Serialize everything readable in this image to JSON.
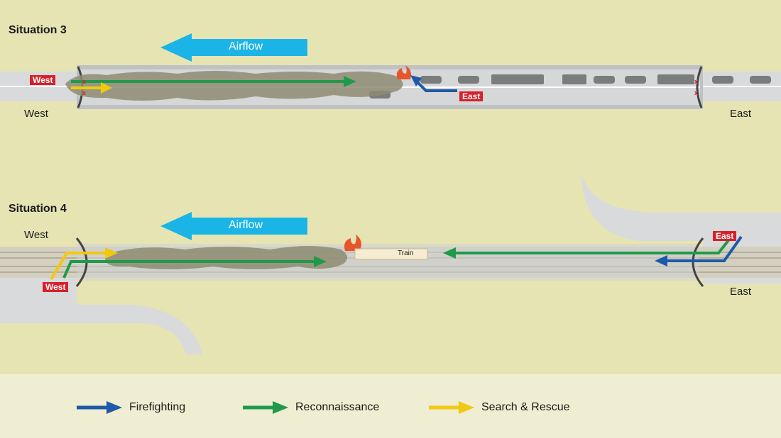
{
  "situation3": {
    "title": "Situation 3",
    "airflow_label": "Airflow",
    "west_label": "West",
    "east_label": "East",
    "west_tag": "West",
    "east_tag": "East"
  },
  "situation4": {
    "title": "Situation 4",
    "airflow_label": "Airflow",
    "west_label": "West",
    "east_label": "East",
    "west_tag": "West",
    "east_tag": "East",
    "train_label": "Train"
  },
  "legend": {
    "items": [
      {
        "label": "Firefighting",
        "color": "#1e5aa8"
      },
      {
        "label": "Reconnaissance",
        "color": "#1f9a4a"
      },
      {
        "label": "Search & Rescue",
        "color": "#f2c811"
      }
    ]
  },
  "colors": {
    "background": "#e6e4b3",
    "tunnel": "#cfd1d3",
    "road": "#d9dadb",
    "airflow": "#1ab5e6",
    "smoke": "#8e8c72",
    "tag": "#d8202a"
  }
}
